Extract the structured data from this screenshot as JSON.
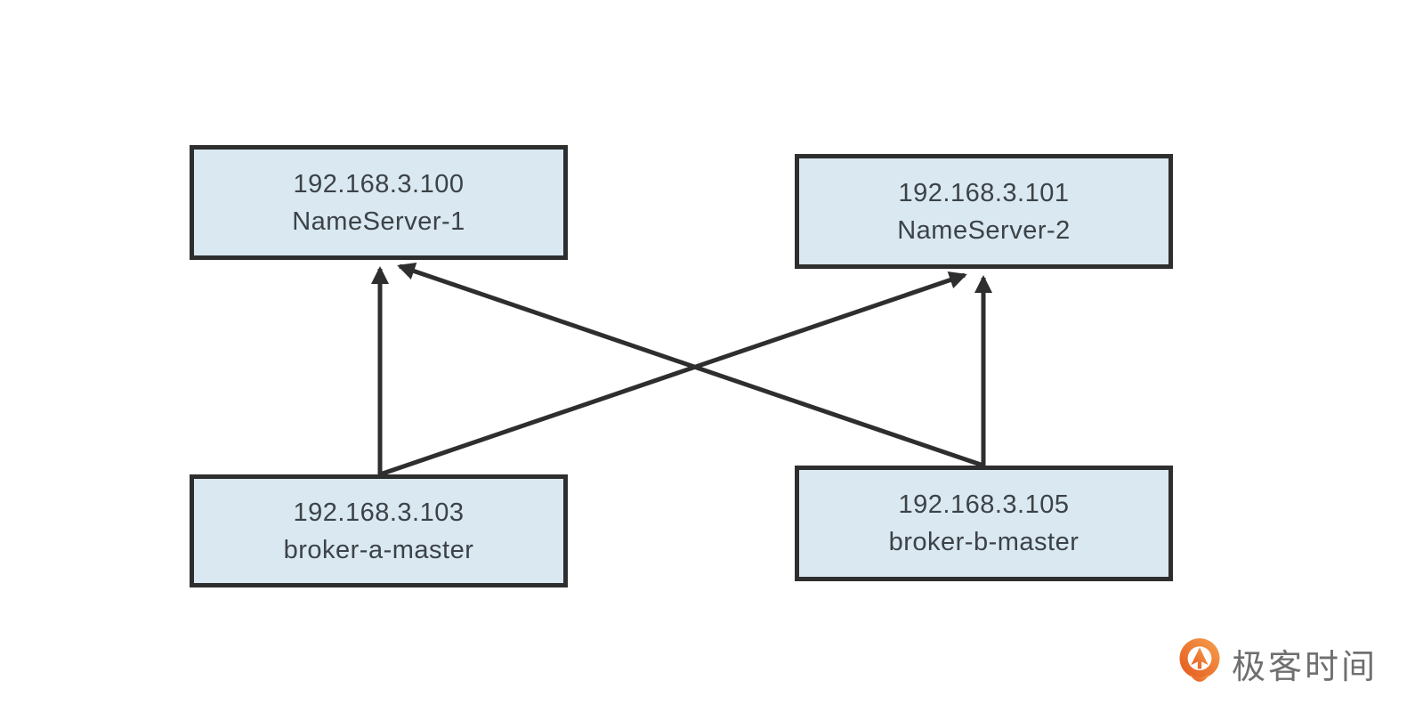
{
  "diagram": {
    "type": "rocketmq-cluster-topology",
    "nodes": [
      {
        "id": "ns1",
        "ip": "192.168.3.100",
        "label": "NameServer-1",
        "role": "nameserver"
      },
      {
        "id": "ns2",
        "ip": "192.168.3.101",
        "label": "NameServer-2",
        "role": "nameserver"
      },
      {
        "id": "broker-a",
        "ip": "192.168.3.103",
        "label": "broker-a-master",
        "role": "broker"
      },
      {
        "id": "broker-b",
        "ip": "192.168.3.105",
        "label": "broker-b-master",
        "role": "broker"
      }
    ],
    "edges": [
      {
        "from": "broker-a",
        "to": "ns1",
        "style": "arrow"
      },
      {
        "from": "broker-a",
        "to": "ns2",
        "style": "arrow"
      },
      {
        "from": "broker-b",
        "to": "ns1",
        "style": "arrow"
      },
      {
        "from": "broker-b",
        "to": "ns2",
        "style": "arrow"
      }
    ],
    "colors": {
      "node_fill": "#d9e8f1",
      "node_border": "#2e2e2e",
      "edge_stroke": "#2e2e2e",
      "node_text": "#3c4247",
      "background": "#ffffff"
    }
  },
  "logo": {
    "text": "极客时间",
    "icon": "geektime-pin-icon",
    "text_color": "#6f6f6f",
    "brand_orange_dark": "#e4571e",
    "brand_orange_light": "#f6a04d"
  }
}
